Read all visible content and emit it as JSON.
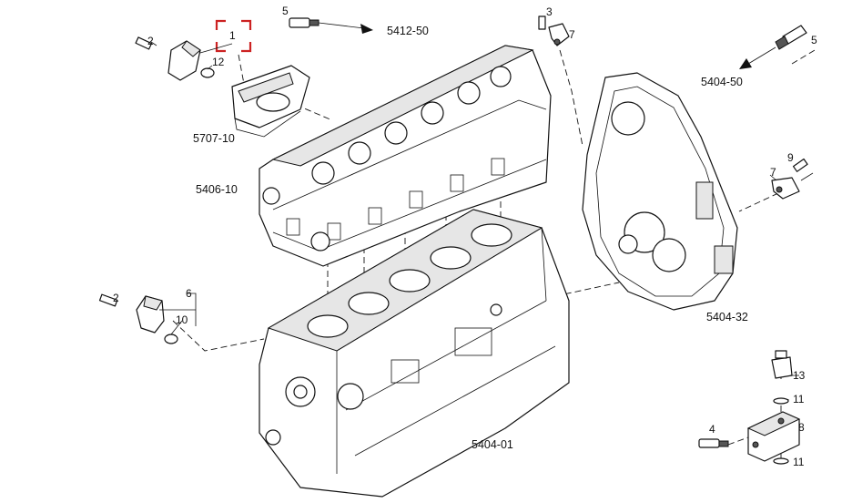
{
  "labels": {
    "cylinder_head": "5406-10",
    "thermostat_housing": "5707-10",
    "crankcase": "5404-01",
    "flywheel_housing": "5404-32",
    "sensor_ref_top": "5412-50",
    "sensor_ref_right": "5404-50"
  },
  "callouts": {
    "c1": "1",
    "c2a": "2",
    "c12": "12",
    "c5a": "5",
    "c3": "3",
    "c7a": "7",
    "c5b": "5",
    "c9": "9",
    "c7b": "7",
    "c2b": "2",
    "c6": "6",
    "c10": "10",
    "c13": "13",
    "c11a": "11",
    "c8": "8",
    "c4": "4",
    "c11b": "11"
  },
  "colors": {
    "highlight_bracket": "#cc2222",
    "line": "#111111"
  }
}
